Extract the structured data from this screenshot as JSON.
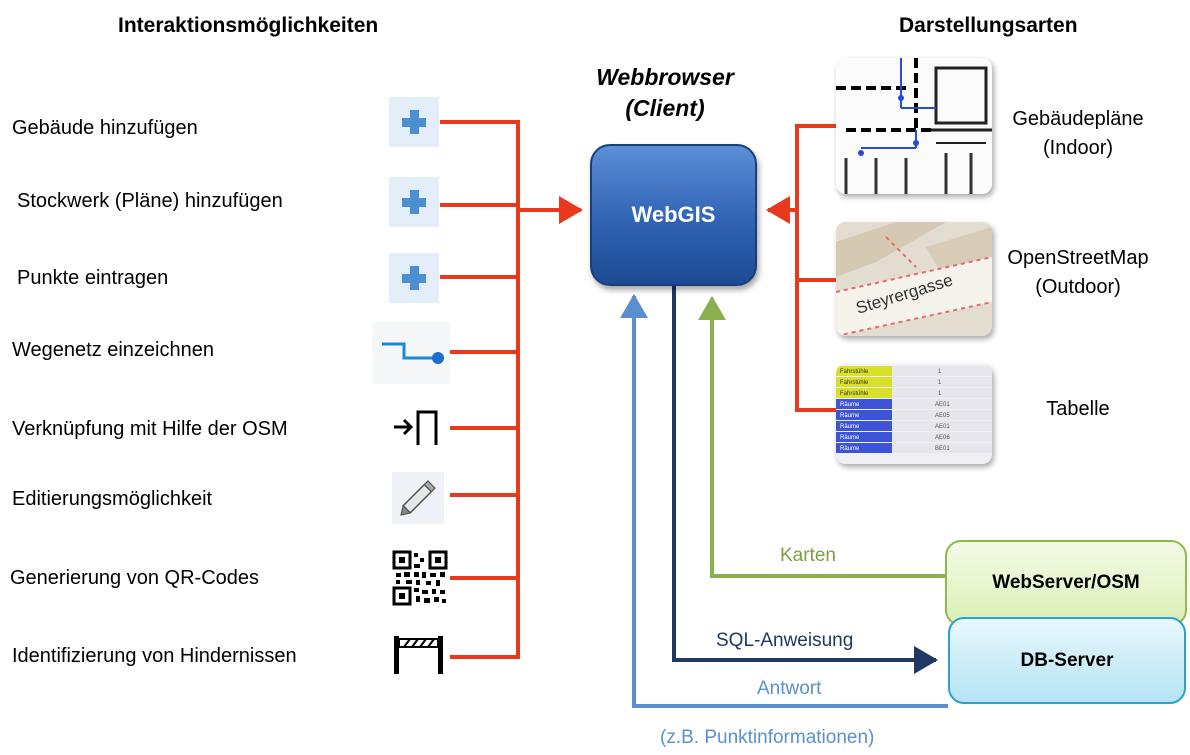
{
  "headers": {
    "left": "Interaktionsmöglichkeiten",
    "right": "Darstellungsarten"
  },
  "client": {
    "line1": "Webbrowser",
    "line2": "(Client)"
  },
  "center_box": "WebGIS",
  "interactions": [
    {
      "label": "Gebäude hinzufügen",
      "icon": "plus-icon"
    },
    {
      "label": "Stockwerk (Pläne) hinzufügen",
      "icon": "plus-icon"
    },
    {
      "label": "Punkte eintragen",
      "icon": "plus-icon"
    },
    {
      "label": "Wegenetz einzeichnen",
      "icon": "path-network-icon"
    },
    {
      "label": "Verknüpfung mit Hilfe der OSM",
      "icon": "link-osm-icon"
    },
    {
      "label": "Editierungsmöglichkeit",
      "icon": "pencil-icon"
    },
    {
      "label": "Generierung von QR-Codes",
      "icon": "qr-code-icon"
    },
    {
      "label": "Identifizierung von Hindernissen",
      "icon": "barrier-icon"
    }
  ],
  "representations": [
    {
      "line1": "Gebäudepläne",
      "line2": "(Indoor)",
      "thumb": "floor-plan-thumbnail"
    },
    {
      "line1": "OpenStreetMap",
      "line2": "(Outdoor)",
      "thumb": "osm-map-thumbnail"
    },
    {
      "line1": "Tabelle",
      "line2": "",
      "thumb": "table-thumbnail"
    }
  ],
  "map_street_label": "Steyrergasse",
  "table_thumb": {
    "rows": [
      {
        "type": "Fahrstühle",
        "value": "1"
      },
      {
        "type": "Fahrstühle",
        "value": "1"
      },
      {
        "type": "Fahrstühle",
        "value": "1"
      },
      {
        "type": "Räume",
        "value": "AE01"
      },
      {
        "type": "Räume",
        "value": "AE05"
      },
      {
        "type": "Räume",
        "value": "AE01"
      },
      {
        "type": "Räume",
        "value": "AE06"
      },
      {
        "type": "Räume",
        "value": "BE01"
      }
    ]
  },
  "servers": {
    "web": "WebServer/OSM",
    "db": "DB-Server"
  },
  "arrows": {
    "maps": "Karten",
    "sql": "SQL-Anweisung",
    "answer": "Antwort",
    "answer_note": "(z.B. Punktinformationen)"
  },
  "colors": {
    "red": "#e8391d",
    "green": "#8cb050",
    "navy": "#1f3864",
    "lightblue": "#5b8fd0",
    "webgis": "#2f63b4"
  }
}
